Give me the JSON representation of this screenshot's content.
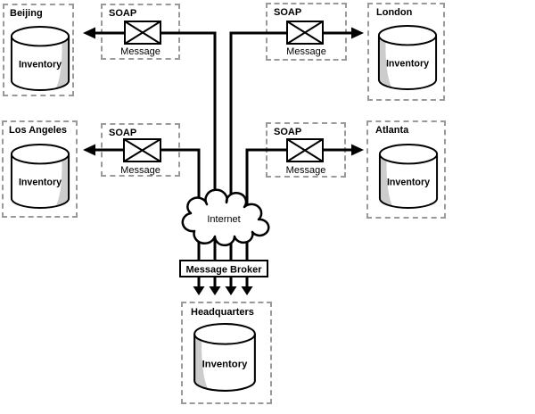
{
  "diagram": {
    "warehouses": {
      "beijing": {
        "name": "Beijing",
        "db": "Inventory"
      },
      "london": {
        "name": "London",
        "db": "Inventory"
      },
      "los_angeles": {
        "name": "Los Angeles",
        "db": "Inventory"
      },
      "atlanta": {
        "name": "Atlanta",
        "db": "Inventory"
      },
      "headquarters": {
        "name": "Headquarters",
        "db": "Inventory"
      }
    },
    "soap": {
      "top_left": {
        "protocol": "SOAP",
        "label": "Message"
      },
      "top_right": {
        "protocol": "SOAP",
        "label": "Message"
      },
      "mid_left": {
        "protocol": "SOAP",
        "label": "Message"
      },
      "mid_right": {
        "protocol": "SOAP",
        "label": "Message"
      }
    },
    "network": {
      "cloud": "Internet",
      "broker": "Message Broker"
    },
    "colors": {
      "line": "#000000",
      "dashed_border": "#9a9a9a",
      "cylinder_shade": "#cccccc",
      "background": "#ffffff"
    }
  }
}
